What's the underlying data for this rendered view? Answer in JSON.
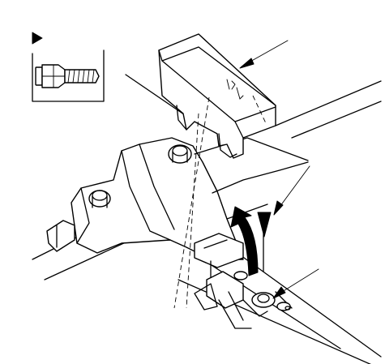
{
  "colors": {
    "line": "#000000",
    "background": "#ffffff"
  },
  "icons": {
    "bolt_marker": "triangle-right-icon",
    "bolt": "flange-bolt-icon",
    "move_direction": "curved-arrow-icon",
    "install_direction": "down-arrow-icon"
  },
  "callouts": [
    "cover-leader",
    "arrow-leader",
    "bolt-leader"
  ]
}
